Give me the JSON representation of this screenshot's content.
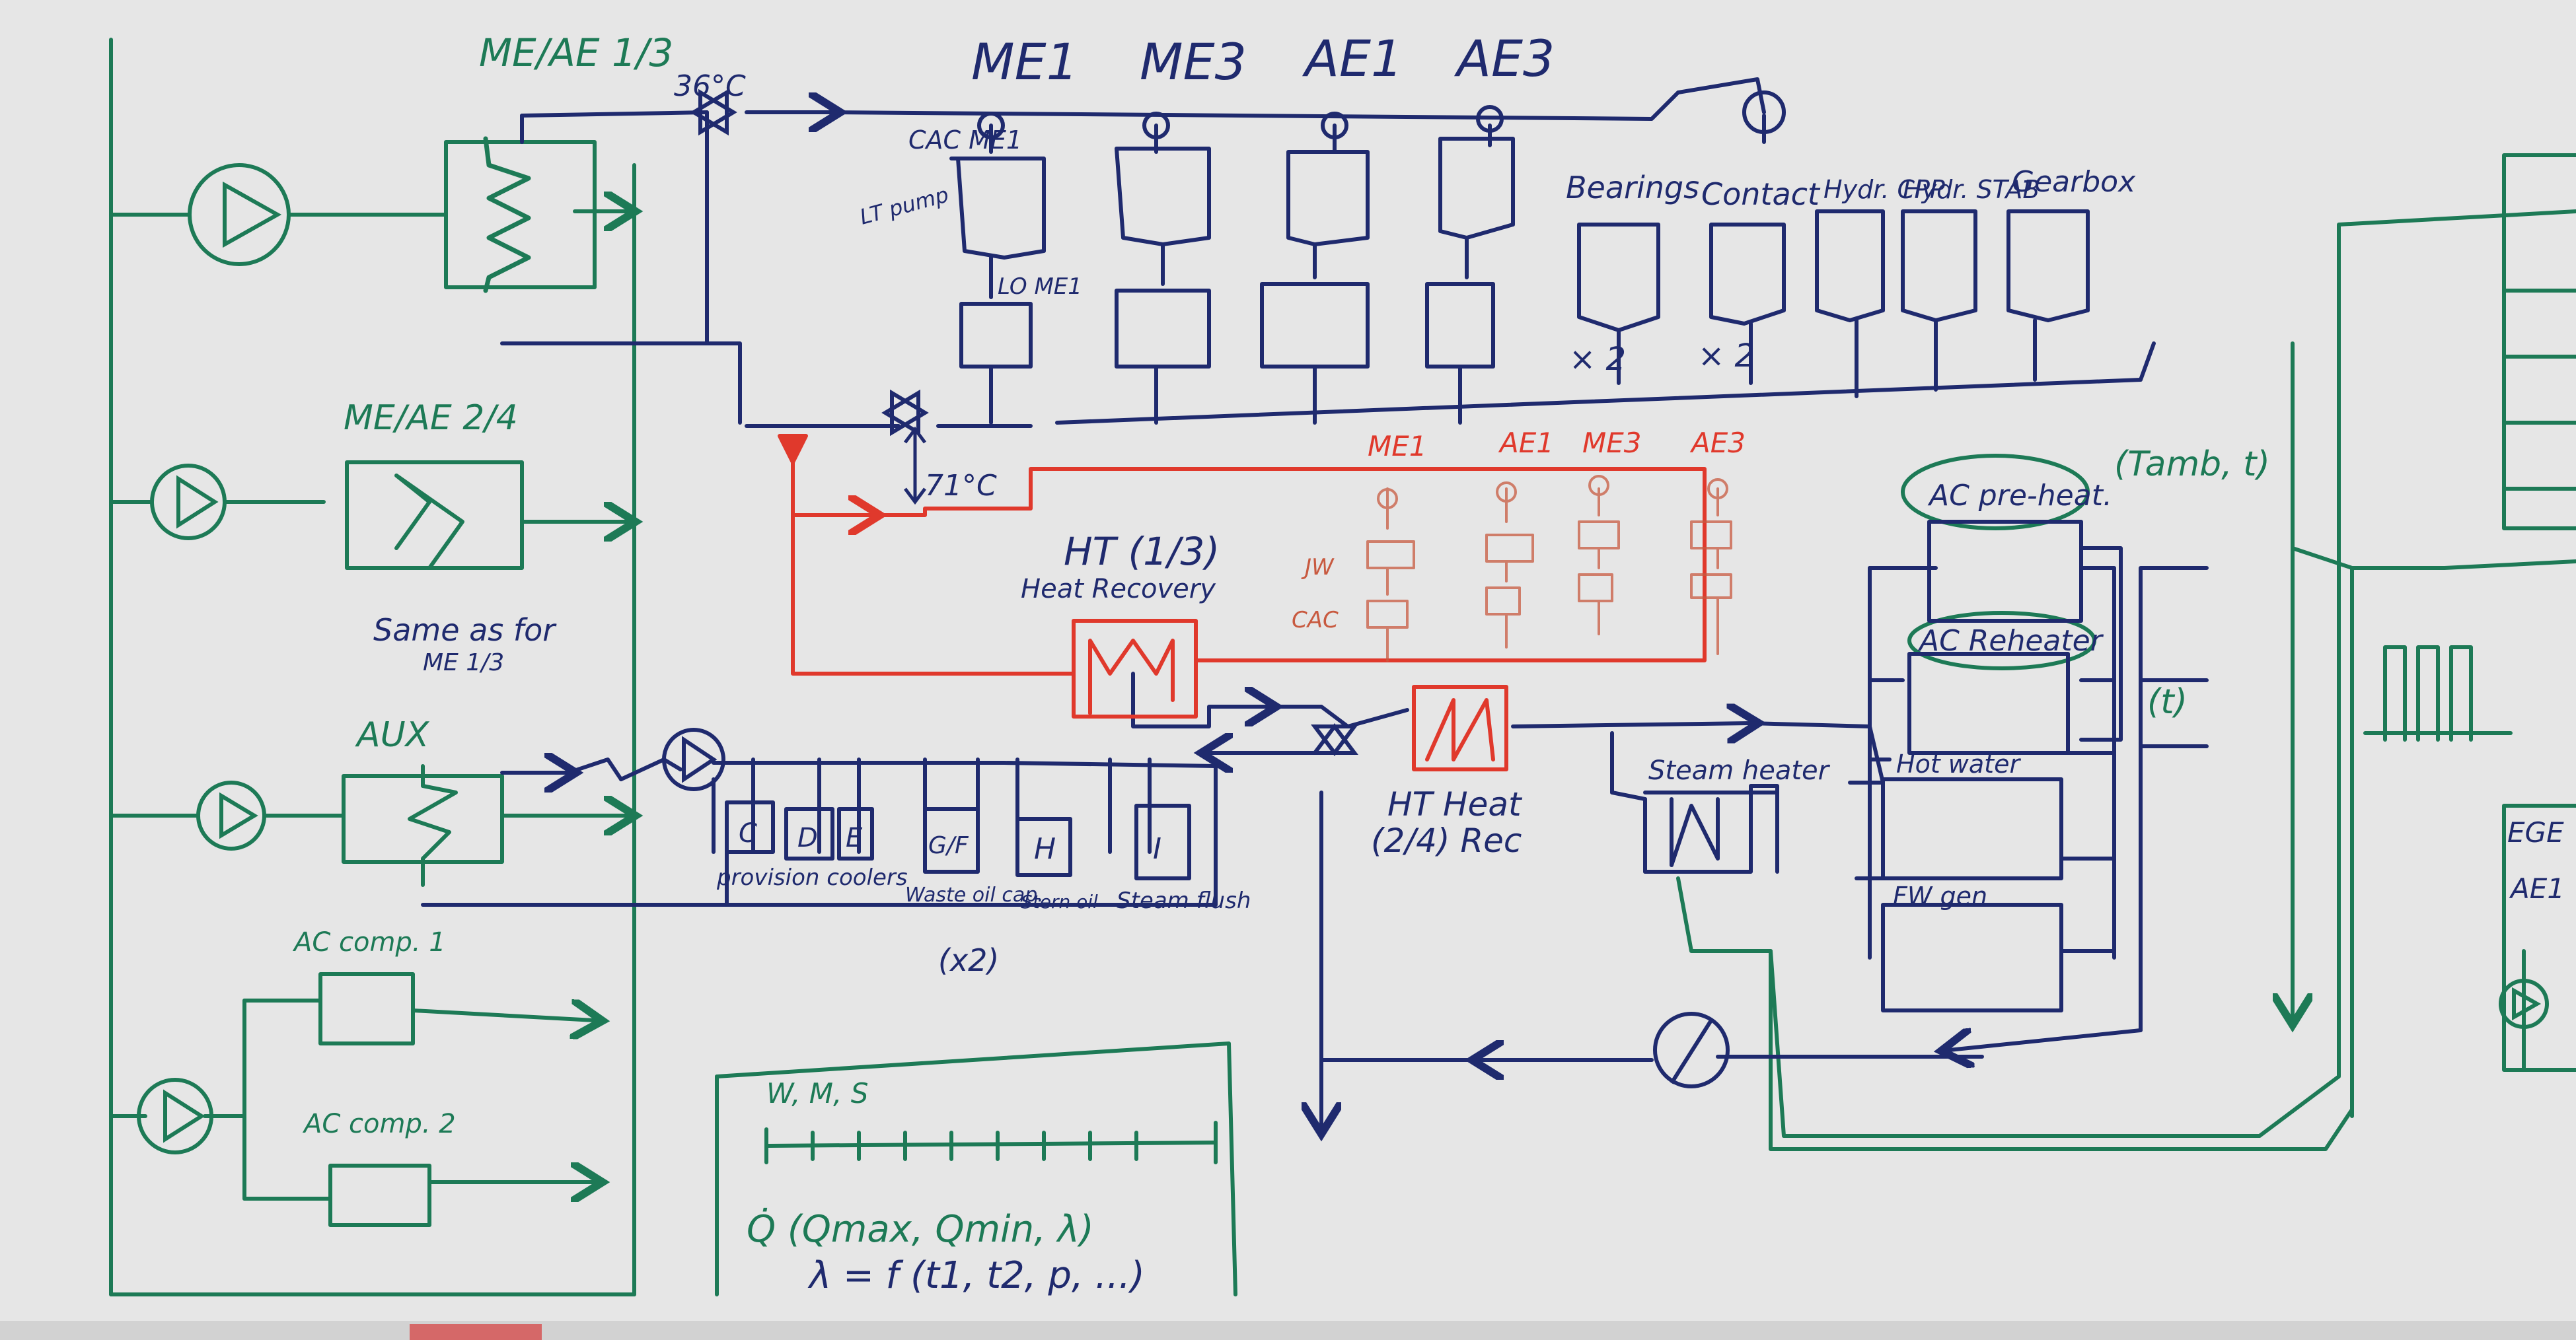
{
  "colors": {
    "board": "#e6e6e6",
    "navy": "#1f2a6e",
    "green": "#1d7a56",
    "red": "#e0392c"
  },
  "labels": {
    "me_ae_13": "ME/AE 1/3",
    "me_ae_24": "ME/AE 2/4",
    "same_as_line1": "Same as for",
    "same_as_line2": "ME 1/3",
    "aux": "AUX",
    "ac_comp1": "AC comp. 1",
    "ac_comp2": "AC comp. 2",
    "temp_36": "36°C",
    "temp_71": "71°C",
    "consumers_top": [
      "ME1",
      "ME3",
      "AE1",
      "AE3"
    ],
    "cac_me1": "CAC ME1",
    "lt_pump": "LT pump",
    "lo_me1": "LO ME1",
    "bearings": "Bearings",
    "contact": "Contact",
    "hydr_cpp": "Hydr. CPP",
    "hydr_stab": "Hydr. STAB",
    "gearbox": "Gearbox",
    "x2_a": "× 2",
    "x2_b": "× 2",
    "red_consumers": [
      "ME1",
      "AE1",
      "ME3",
      "AE3"
    ],
    "jw": "JW",
    "cac": "CAC",
    "ht13_title": "HT (1/3)",
    "ht13_sub": "Heat Recovery",
    "ht24_title": "HT Heat",
    "ht24_sub": "(2/4) Rec",
    "cooler_letters": [
      "C",
      "D",
      "E",
      "G/F",
      "H",
      "I"
    ],
    "provision_coolers": "provision coolers",
    "waste_oil": "Waste oil cap.",
    "stern_oil": "Stern oil",
    "steam_flush": "Steam flush",
    "x2_c": "(x2)",
    "steam_heater": "Steam heater",
    "ac_preheat": "AC pre-heat.",
    "t_amb": "(Tamb, t)",
    "ac_reheater": "AC Reheater",
    "t_only": "(t)",
    "hot_water": "Hot water",
    "fw_gen": "FW gen",
    "wms": "W, M, S",
    "formula1": "Q̇ (Qmax, Qmin, λ)",
    "formula2": "λ = f (t1, t2, p, ...)",
    "ege": "EGE",
    "ae1_right": "AE1"
  }
}
